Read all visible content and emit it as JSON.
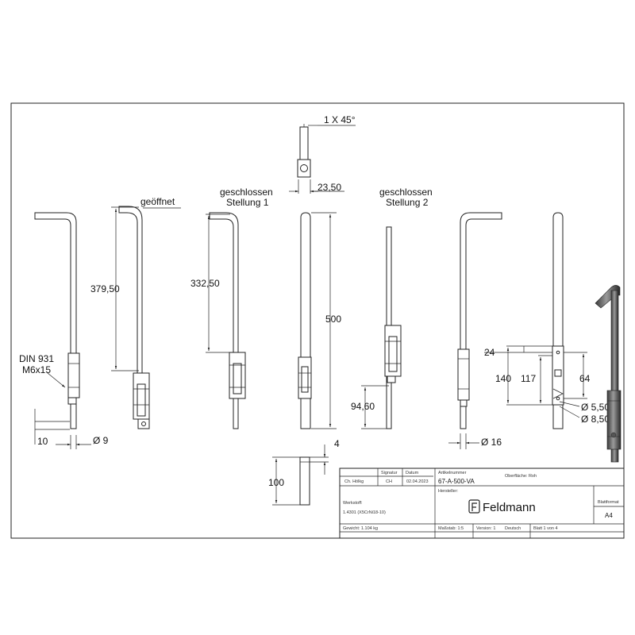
{
  "views": {
    "opened": "geöffnet",
    "closed1_line1": "geschlossen",
    "closed1_line2": "Stellung 1",
    "closed2_line1": "geschlossen",
    "closed2_line2": "Stellung 2"
  },
  "dimensions": {
    "chamfer": "1 X 45°",
    "width_top": "23,50",
    "d_379": "379,50",
    "d_332": "332,50",
    "d_500": "500",
    "screw1": "DIN 931",
    "screw2": "M6x15",
    "d_10": "10",
    "dia_9": "Ø 9",
    "d_94": "94,60",
    "d_24": "24",
    "d_140": "140",
    "d_117": "117",
    "d_64": "64",
    "dia_550": "Ø 5,50",
    "dia_850": "Ø 8,50",
    "dia_16": "Ø 16",
    "d_4": "4",
    "d_100": "100"
  },
  "title_block": {
    "col_author": "",
    "col_signature": "Signatur",
    "col_date": "Datum",
    "col_article": "Artikelnummer",
    "col_surface": "Oberfläche: Roh",
    "author": "Ch. Hölkg",
    "signature": "CH",
    "date": "02.04.2023",
    "article_number": "67-A-500-VA",
    "manufacturer_label": "Hersteller:",
    "brand": "Feldmann",
    "format_label": "Blattformat",
    "format": "A4",
    "material_label": "Werkstoff:",
    "material": "1.4301 (X5CrNi18-10)",
    "weight": "Gewicht: 1.104 kg",
    "scale": "Maßstab: 1:5",
    "version": "Version: 1",
    "language": "Deutsch",
    "sheet": "Blatt 1 von 4"
  },
  "colors": {
    "line": "#222222",
    "paper": "#ffffff",
    "render_metal": "#666666"
  }
}
